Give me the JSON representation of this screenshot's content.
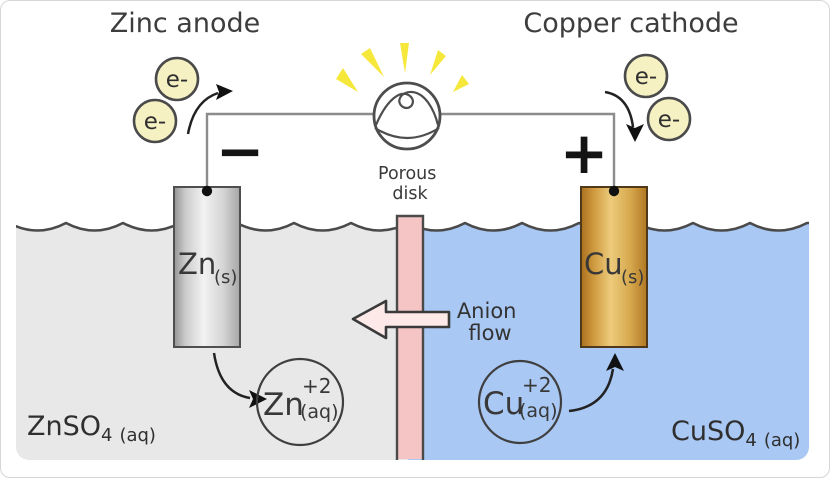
{
  "labels": {
    "anode_title": "Zinc anode",
    "cathode_title": "Copper cathode",
    "electron": "e-",
    "negative_terminal": "−",
    "positive_terminal": "+",
    "porous_disk_line1": "Porous",
    "porous_disk_line2": "disk",
    "anion_flow_line1": "Anion",
    "anion_flow_line2": "flow"
  },
  "electrodes": {
    "zinc": {
      "symbol": "Zn",
      "state": "(s)"
    },
    "copper": {
      "symbol": "Cu",
      "state": "(s)"
    }
  },
  "ions": {
    "zinc": {
      "symbol": "Zn",
      "charge": "+2",
      "state": "(aq)"
    },
    "copper": {
      "symbol": "Cu",
      "charge": "+2",
      "state": "(aq)"
    }
  },
  "solutions": {
    "zinc": {
      "formula": "ZnSO",
      "subscript": "4",
      "state": "(aq)"
    },
    "copper": {
      "formula": "CuSO",
      "subscript": "4",
      "state": "(aq)"
    }
  },
  "colors": {
    "zinc_solution": "#e8e8e8",
    "copper_solution": "#a9c8f4",
    "porous_disk": "#f5c4c4",
    "anion_arrow": "#fce9e8",
    "electron_fill": "#f6f1c3",
    "bulb_ray_yellow": "#f6e73b",
    "wire_gray": "#8c8c8c",
    "outline_dark": "#4a4a4a"
  }
}
